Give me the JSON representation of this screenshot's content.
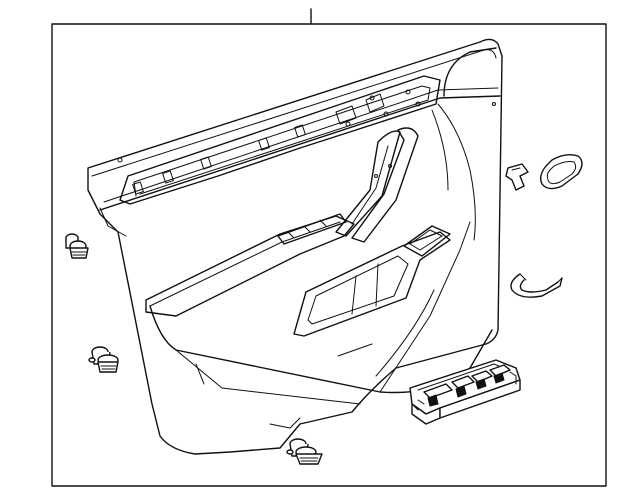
{
  "diagram": {
    "colors": {
      "stroke": "#111111",
      "background": "#ffffff"
    },
    "parts": [
      {
        "name": "door-trim-panel"
      },
      {
        "name": "push-retainer-clip"
      },
      {
        "name": "trim-clip"
      },
      {
        "name": "bezel-insert"
      },
      {
        "name": "handle-trim-ring"
      },
      {
        "name": "wire-bracket"
      },
      {
        "name": "window-switch"
      }
    ]
  }
}
